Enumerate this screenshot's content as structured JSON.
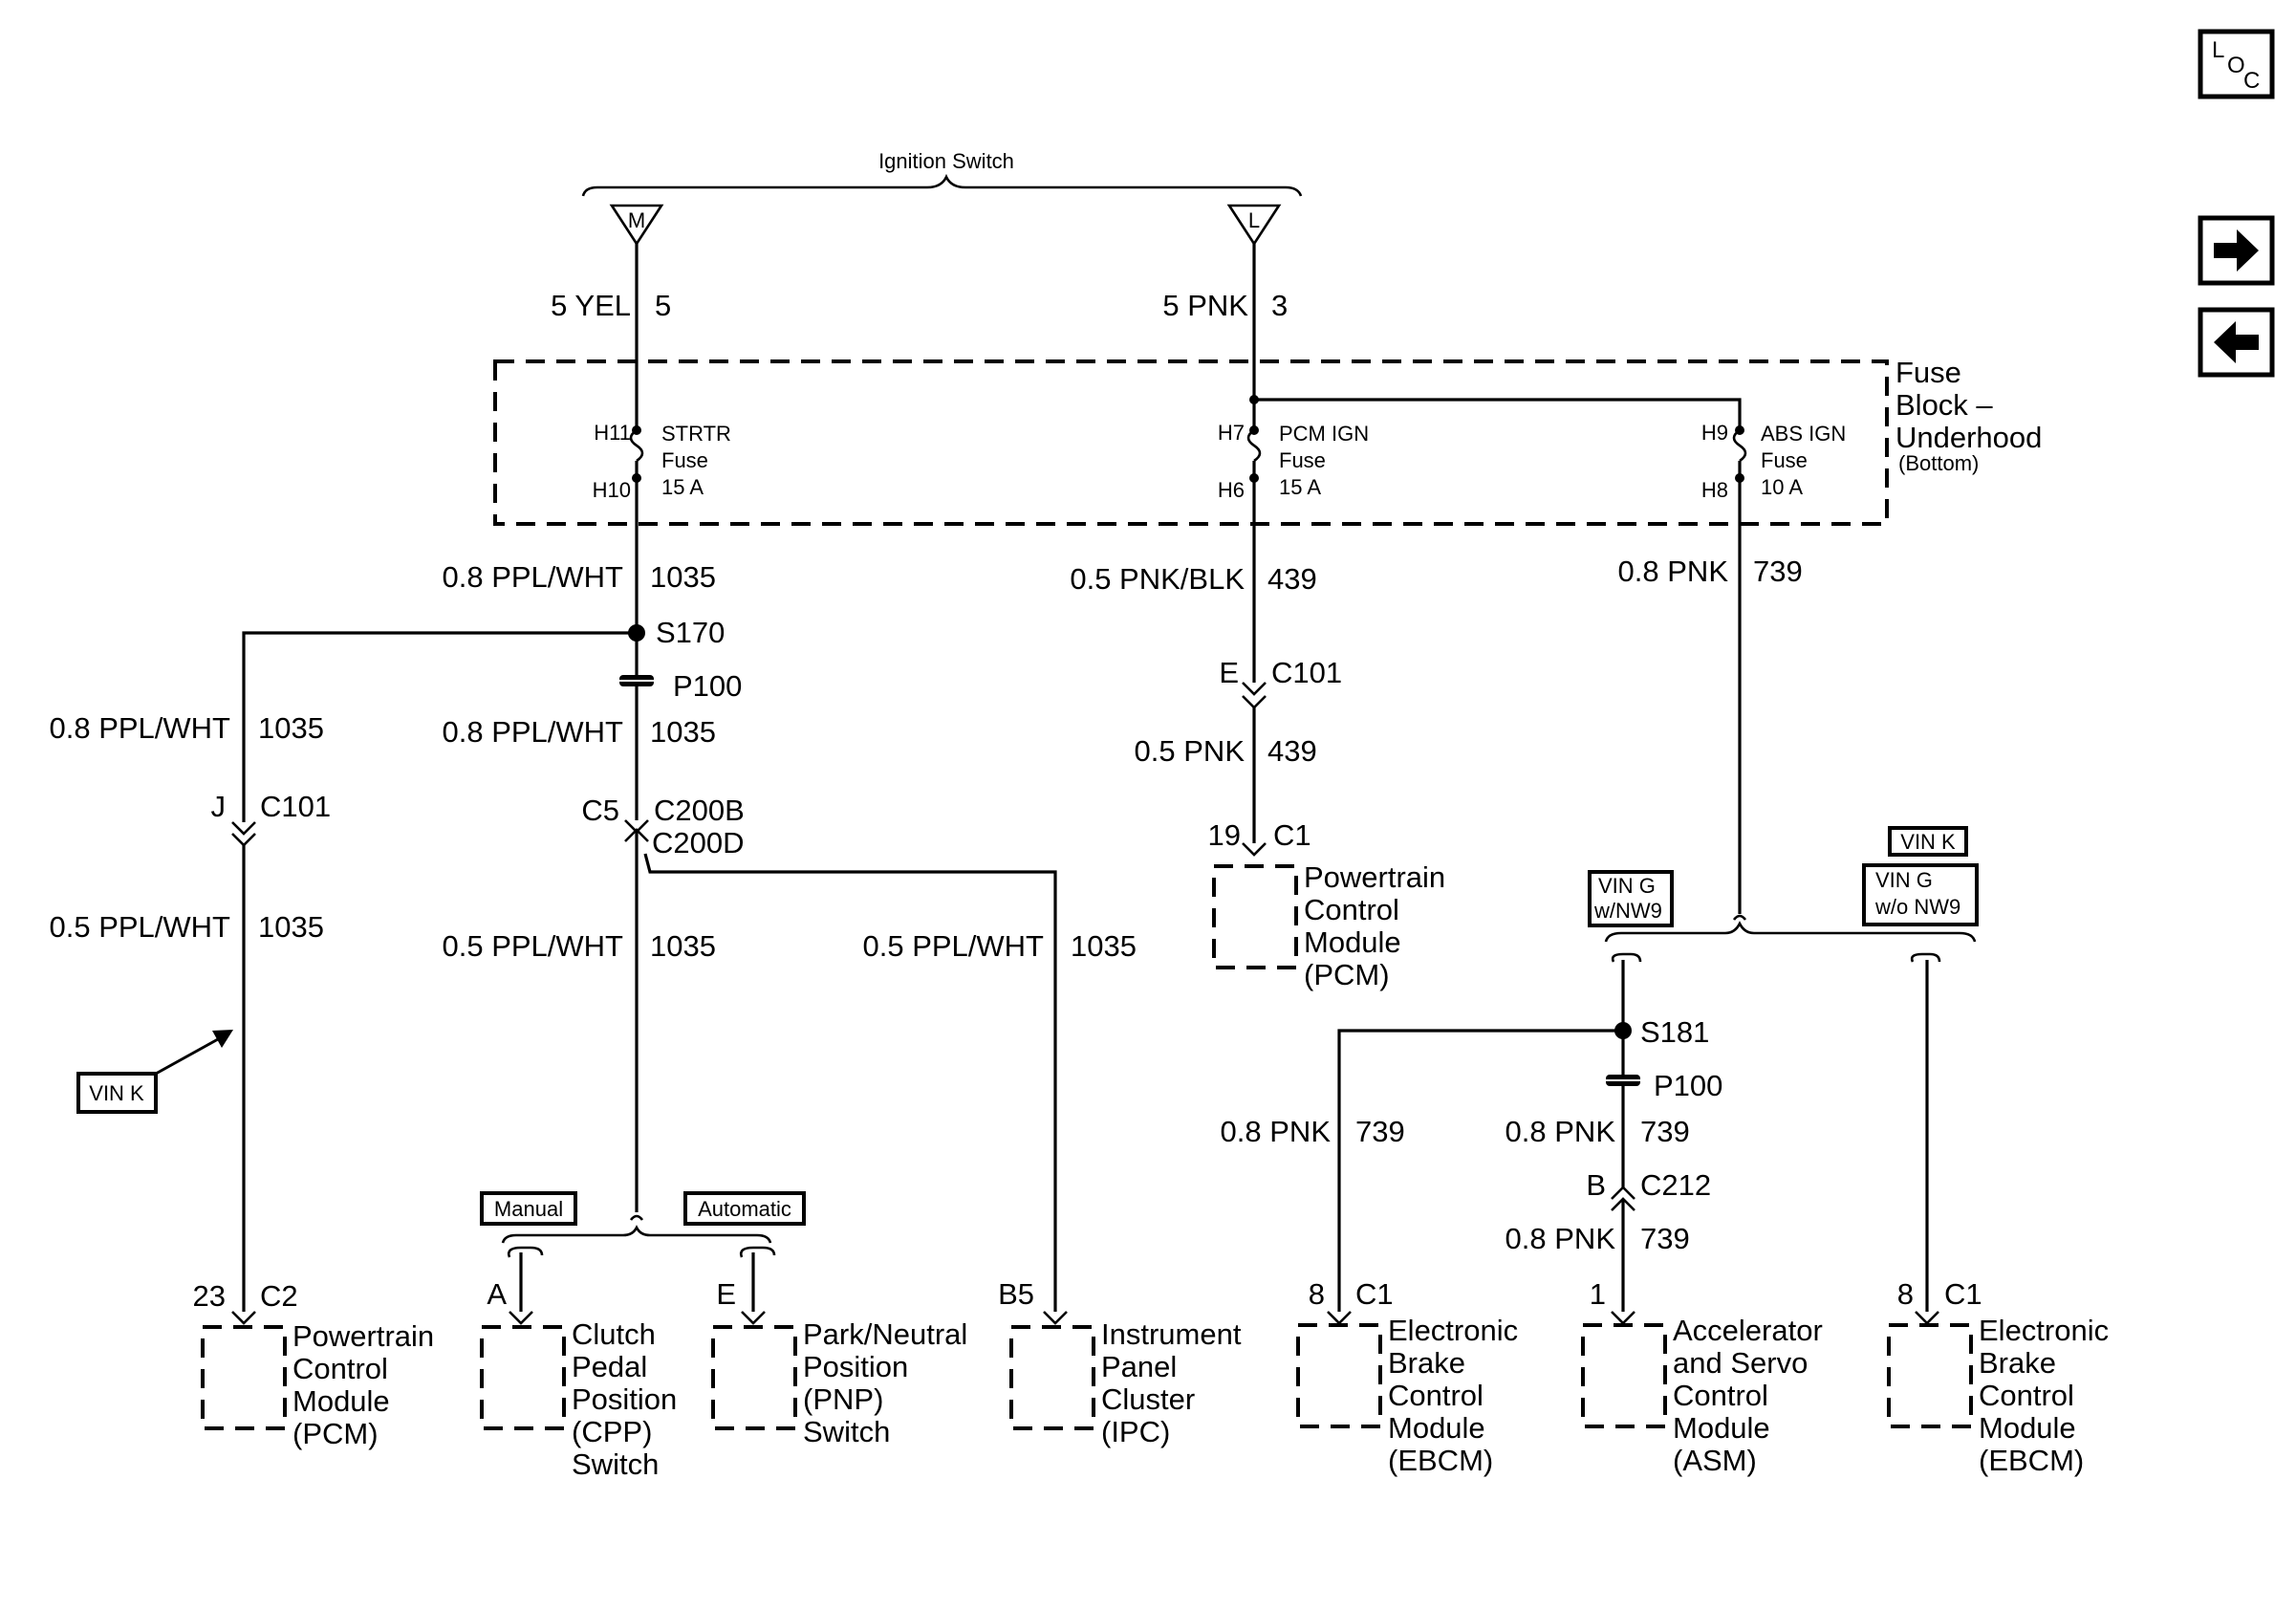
{
  "nav": {
    "loc": {
      "l": "L",
      "o": "O",
      "c": "C"
    },
    "next_icon": "arrow-right-icon",
    "prev_icon": "arrow-left-icon"
  },
  "ignition": {
    "title": "Ignition Switch",
    "term_m": "M",
    "term_l": "L"
  },
  "wires": {
    "m_color": "5 YEL",
    "m_circuit": "5",
    "l_color": "5 PNK",
    "l_circuit": "3",
    "stm_color": "0.8 PPL/WHT",
    "stm_circuit": "1035",
    "left_top_color": "0.8 PPL/WHT",
    "left_top_circuit": "1035",
    "left_bot_color": "0.5 PPL/WHT",
    "left_bot_circuit": "1035",
    "mid_top_color": "0.8 PPL/WHT",
    "mid_top_circuit": "1035",
    "mid_bot_color": "0.5 PPL/WHT",
    "mid_bot_circuit": "1035",
    "ipc_color": "0.5 PPL/WHT",
    "ipc_circuit": "1035",
    "pcm_top_color": "0.5 PNK/BLK",
    "pcm_top_circuit": "439",
    "pcm_bot_color": "0.5 PNK",
    "pcm_bot_circuit": "439",
    "abs_color": "0.8 PNK",
    "abs_circuit": "739",
    "ebcm1_color": "0.8 PNK",
    "ebcm1_circuit": "739",
    "asm_top_color": "0.8 PNK",
    "asm_top_circuit": "739",
    "asm_bot_color": "0.8 PNK",
    "asm_bot_circuit": "739"
  },
  "fuse_block": {
    "title_line1": "Fuse",
    "title_line2": "Block –",
    "title_line3": "Underhood",
    "title_line4": "(Bottom)",
    "fuses": [
      {
        "in": "H11",
        "out": "H10",
        "name": "STRTR",
        "word": "Fuse",
        "rating": "15 A"
      },
      {
        "in": "H7",
        "out": "H6",
        "name": "PCM IGN",
        "word": "Fuse",
        "rating": "15 A"
      },
      {
        "in": "H9",
        "out": "H8",
        "name": "ABS IGN",
        "word": "Fuse",
        "rating": "10 A"
      }
    ]
  },
  "splices": {
    "s170": "S170",
    "s181": "S181",
    "p100a": "P100",
    "p100b": "P100"
  },
  "connectors": {
    "j_pin": "J",
    "c101_left": "C101",
    "c5_pin": "C5",
    "c200b": "C200B",
    "c200d": "C200D",
    "e_pin": "E",
    "c101_mid": "C101",
    "c212_pin": "B",
    "c212": "C212"
  },
  "options": {
    "vin_k_left": "VIN K",
    "manual": "Manual",
    "automatic": "Automatic",
    "vin_g_nw9": [
      "VIN G",
      "w/NW9"
    ],
    "vin_k_right": "VIN K",
    "vin_g_wo_nw9": [
      "VIN G",
      "w/o NW9"
    ]
  },
  "components": {
    "pcm_left": {
      "pin": "23",
      "conn": "C2",
      "lines": [
        "Powertrain",
        "Control",
        "Module",
        "(PCM)"
      ]
    },
    "cpp": {
      "pin": "A",
      "lines": [
        "Clutch",
        "Pedal",
        "Position",
        "(CPP)",
        "Switch"
      ]
    },
    "pnp": {
      "pin": "E",
      "lines": [
        "Park/Neutral",
        "Position",
        "(PNP)",
        "Switch"
      ]
    },
    "ipc": {
      "pin": "B5",
      "lines": [
        "Instrument",
        "Panel",
        "Cluster",
        "(IPC)"
      ]
    },
    "pcm_mid": {
      "pin": "19",
      "conn": "C1",
      "lines": [
        "Powertrain",
        "Control",
        "Module",
        "(PCM)"
      ]
    },
    "ebcm1": {
      "pin": "8",
      "conn": "C1",
      "lines": [
        "Electronic",
        "Brake",
        "Control",
        "Module",
        "(EBCM)"
      ]
    },
    "asm": {
      "pin": "1",
      "lines": [
        "Accelerator",
        "and Servo",
        "Control",
        "Module",
        "(ASM)"
      ]
    },
    "ebcm2": {
      "pin": "8",
      "conn": "C1",
      "lines": [
        "Electronic",
        "Brake",
        "Control",
        "Module",
        "(EBCM)"
      ]
    }
  }
}
